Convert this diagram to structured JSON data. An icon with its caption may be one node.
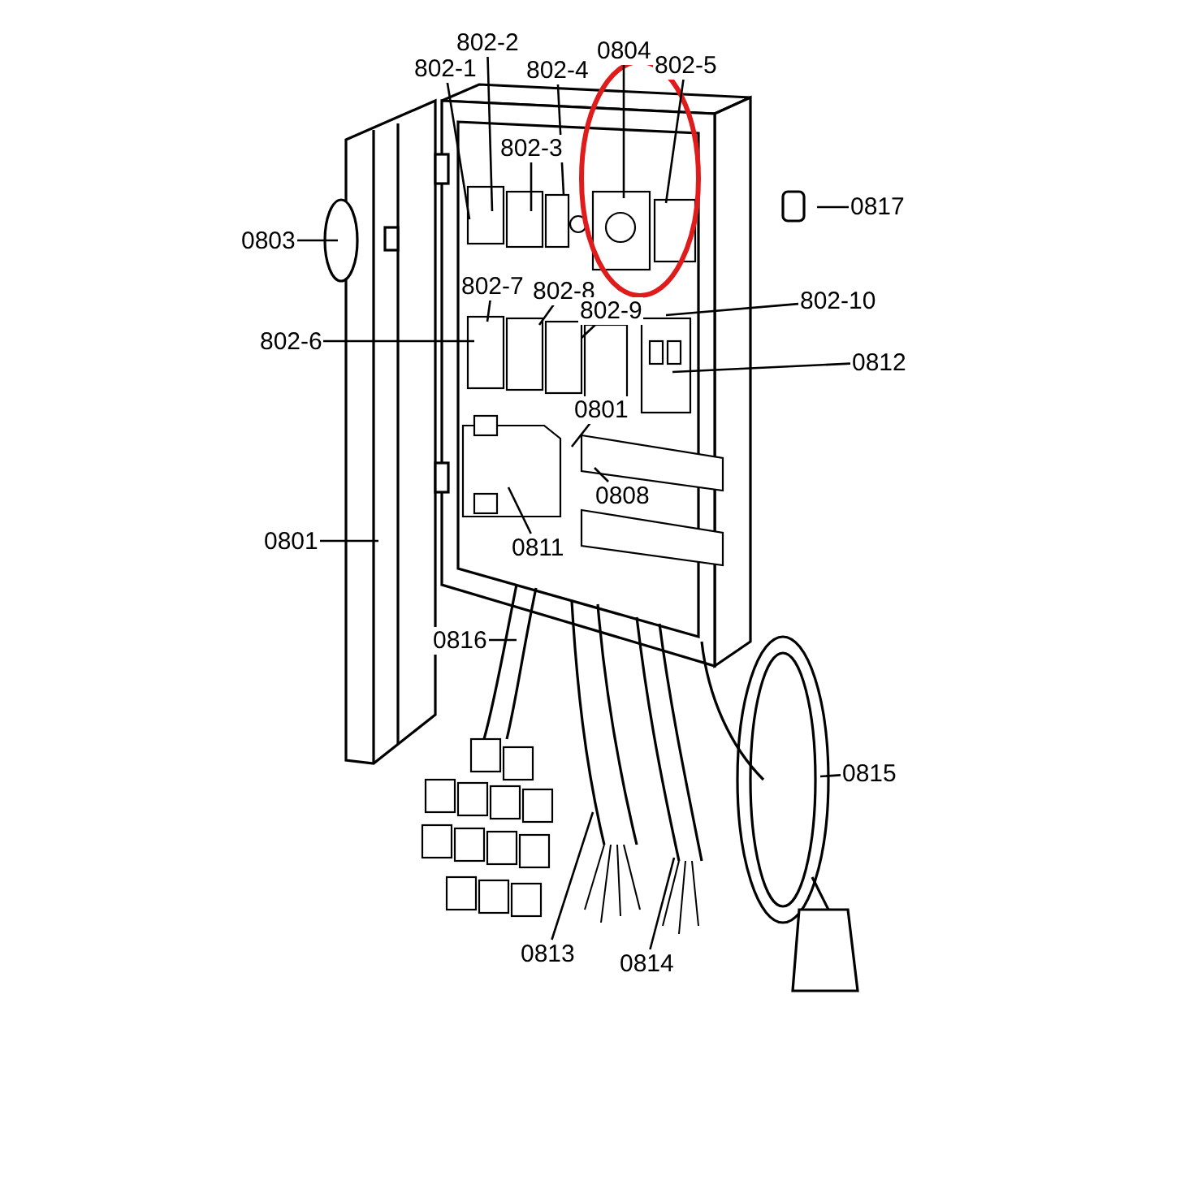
{
  "diagram": {
    "nodes": [
      {
        "text": [
          "802-1"
        ]
      },
      {
        "text": [
          "802-2"
        ]
      },
      {
        "text": [
          "802-4"
        ]
      },
      {
        "text": [
          "0804"
        ]
      },
      {
        "text": [
          "802-5"
        ]
      },
      {
        "text": [
          "802-3"
        ]
      },
      {
        "text": [
          "0803"
        ]
      },
      {
        "text": [
          "0817"
        ]
      },
      {
        "text": [
          "802-7"
        ]
      },
      {
        "text": [
          "802-8"
        ]
      },
      {
        "text": [
          "802-9"
        ]
      },
      {
        "text": [
          "802-10"
        ]
      },
      {
        "text": [
          "802-6"
        ]
      },
      {
        "text": [
          "0812"
        ]
      },
      {
        "text": [
          "0801"
        ]
      },
      {
        "text": [
          "0808"
        ]
      },
      {
        "text": [
          "0811"
        ]
      },
      {
        "text": [
          "0801"
        ]
      },
      {
        "text": [
          "0816"
        ]
      },
      {
        "text": [
          "0815"
        ]
      },
      {
        "text": [
          "0813"
        ]
      },
      {
        "text": [
          "0814"
        ]
      }
    ],
    "edges": [
      {
        "from": 0,
        "to": null,
        "arrow": "none"
      },
      {
        "from": 1,
        "to": null,
        "arrow": "none"
      },
      {
        "from": 2,
        "to": null,
        "arrow": "none"
      },
      {
        "from": 3,
        "to": null,
        "arrow": "none"
      },
      {
        "from": 4,
        "to": null,
        "arrow": "none"
      },
      {
        "from": 5,
        "to": null,
        "arrow": "none"
      },
      {
        "from": 6,
        "to": null,
        "arrow": "none"
      },
      {
        "from": 7,
        "to": null,
        "arrow": "none"
      },
      {
        "from": 8,
        "to": null,
        "arrow": "none"
      },
      {
        "from": 9,
        "to": null,
        "arrow": "none"
      },
      {
        "from": 10,
        "to": null,
        "arrow": "none"
      },
      {
        "from": 11,
        "to": null,
        "arrow": "none"
      },
      {
        "from": 12,
        "to": null,
        "arrow": "none"
      },
      {
        "from": 13,
        "to": null,
        "arrow": "none"
      },
      {
        "from": 14,
        "to": null,
        "arrow": "none"
      },
      {
        "from": 15,
        "to": null,
        "arrow": "none"
      },
      {
        "from": 16,
        "to": null,
        "arrow": "none"
      },
      {
        "from": 17,
        "to": null,
        "arrow": "none"
      },
      {
        "from": 18,
        "to": null,
        "arrow": "none"
      },
      {
        "from": 19,
        "to": null,
        "arrow": "none"
      },
      {
        "from": 20,
        "to": null,
        "arrow": "none"
      },
      {
        "from": 21,
        "to": null,
        "arrow": "none"
      }
    ]
  }
}
